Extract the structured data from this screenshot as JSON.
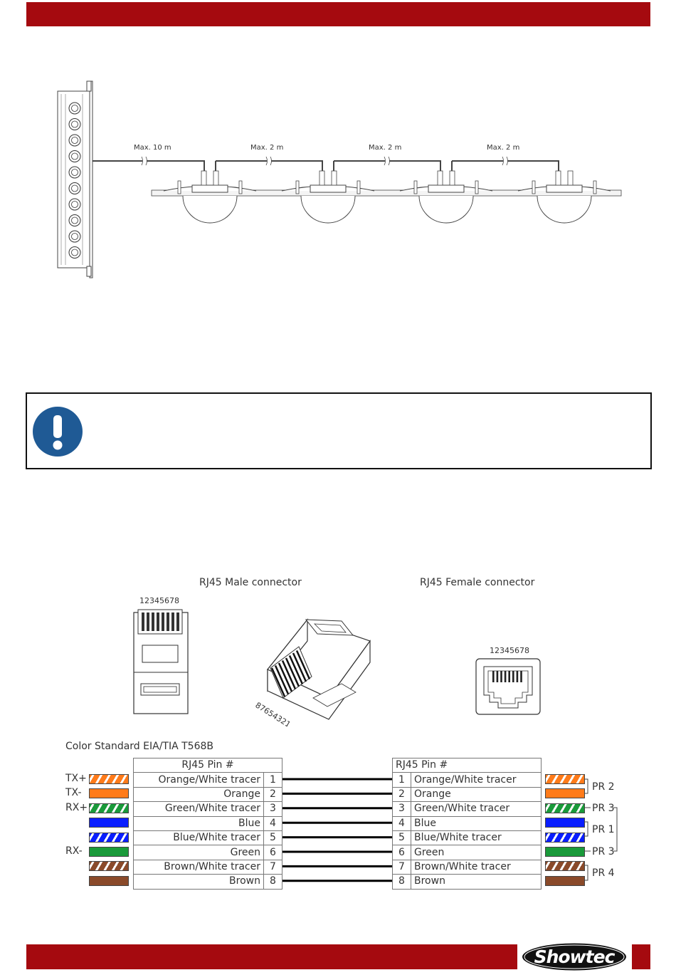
{
  "brand": {
    "logo_text": "Showtec",
    "accent_color": "#a50a0f"
  },
  "wiring_diagram": {
    "distance_labels": [
      "Max. 10 m",
      "Max. 2 m",
      "Max. 2 m",
      "Max. 2 m"
    ],
    "device_count": 4
  },
  "notice": {
    "icon": "mandatory-exclamation-icon",
    "icon_color": "#1f5a95"
  },
  "connectors": {
    "male_title": "RJ45 Male connector",
    "female_title": "RJ45 Female connector",
    "male_pin_order": "12345678",
    "male_pin_order_reverse": "87654321",
    "female_pin_order": "12345678"
  },
  "color_standard": {
    "title": "Color Standard EIA/TIA T568B",
    "header": "RJ45 Pin #",
    "pins": [
      {
        "num": "1",
        "name": "Orange/White tracer",
        "signal": "TX+",
        "color": "#ff7b1a",
        "striped": true
      },
      {
        "num": "2",
        "name": "Orange",
        "signal": "TX-",
        "color": "#ff7b1a",
        "striped": false
      },
      {
        "num": "3",
        "name": "Green/White tracer",
        "signal": "RX+",
        "color": "#1a9a3a",
        "striped": true
      },
      {
        "num": "4",
        "name": "Blue",
        "signal": "",
        "color": "#0a1eff",
        "striped": false
      },
      {
        "num": "5",
        "name": "Blue/White tracer",
        "signal": "",
        "color": "#0a1eff",
        "striped": true
      },
      {
        "num": "6",
        "name": "Green",
        "signal": "RX-",
        "color": "#1a9a3a",
        "striped": false
      },
      {
        "num": "7",
        "name": "Brown/White tracer",
        "signal": "",
        "color": "#8a4a2a",
        "striped": true
      },
      {
        "num": "8",
        "name": "Brown",
        "signal": "",
        "color": "#8a4a2a",
        "striped": false
      }
    ],
    "pairs": [
      {
        "label": "PR 2"
      },
      {
        "label": "PR 3"
      },
      {
        "label": "PR 1"
      },
      {
        "label": "PR 3"
      },
      {
        "label": "PR 4"
      }
    ]
  }
}
